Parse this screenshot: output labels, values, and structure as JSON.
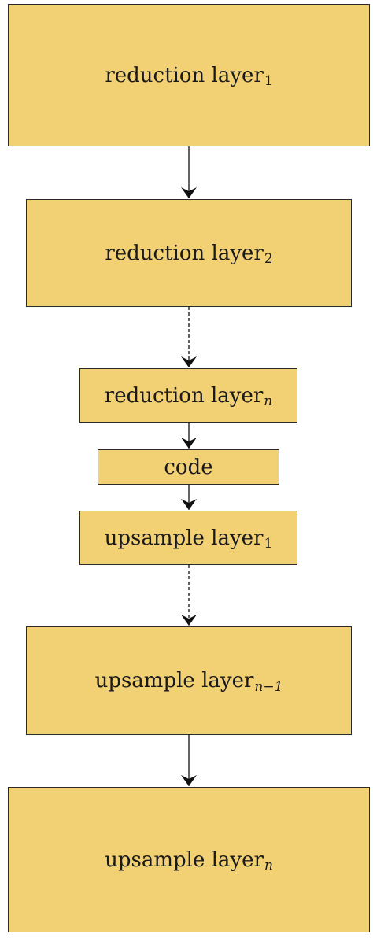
{
  "diagram": {
    "nodes": [
      {
        "id": "reduction-1",
        "label": "reduction layer",
        "subscript": "1",
        "subscript_italic": false
      },
      {
        "id": "reduction-2",
        "label": "reduction layer",
        "subscript": "2",
        "subscript_italic": false
      },
      {
        "id": "reduction-n",
        "label": "reduction layer",
        "subscript": "n",
        "subscript_italic": true
      },
      {
        "id": "code",
        "label": "code",
        "subscript": "",
        "subscript_italic": false
      },
      {
        "id": "upsample-1",
        "label": "upsample layer",
        "subscript": "1",
        "subscript_italic": false
      },
      {
        "id": "upsample-n-1",
        "label": "upsample layer",
        "subscript": "n−1",
        "subscript_italic": true
      },
      {
        "id": "upsample-n",
        "label": "upsample layer",
        "subscript": "n",
        "subscript_italic": true
      }
    ],
    "edges": [
      {
        "from": "reduction-1",
        "to": "reduction-2",
        "style": "solid"
      },
      {
        "from": "reduction-2",
        "to": "reduction-n",
        "style": "dashed"
      },
      {
        "from": "reduction-n",
        "to": "code",
        "style": "solid"
      },
      {
        "from": "code",
        "to": "upsample-1",
        "style": "solid"
      },
      {
        "from": "upsample-1",
        "to": "upsample-n-1",
        "style": "dashed"
      },
      {
        "from": "upsample-n-1",
        "to": "upsample-n",
        "style": "solid"
      }
    ],
    "colors": {
      "box_fill": "#f2d074",
      "box_border": "#2a2a2a",
      "arrow": "#111111"
    }
  }
}
